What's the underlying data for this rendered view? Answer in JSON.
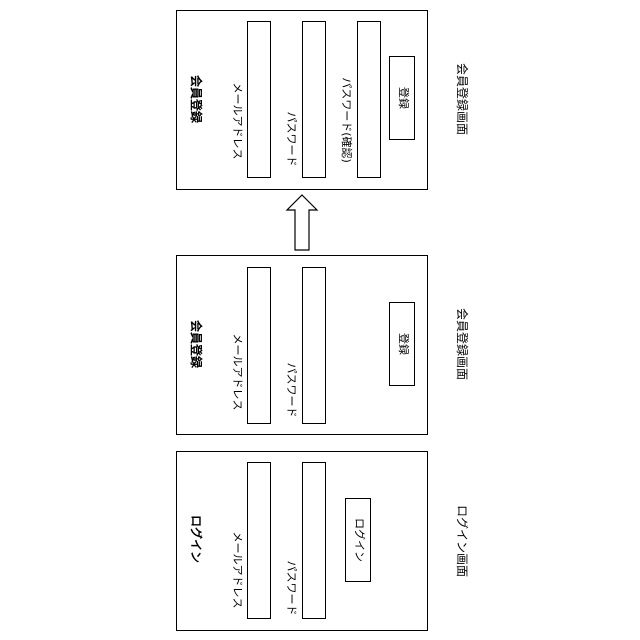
{
  "screens": {
    "register_confirm": {
      "title": "会員登録",
      "email_label": "メールアドレス",
      "password_label": "パスワード",
      "password_confirm_label": "パスワード(確認)",
      "submit_label": "登録",
      "caption": "会員登録画面"
    },
    "register": {
      "title": "会員登録",
      "email_label": "メールアドレス",
      "password_label": "パスワード",
      "submit_label": "登録",
      "caption": "会員登録画面"
    },
    "login": {
      "title": "ログイン",
      "email_label": "メールアドレス",
      "password_label": "パスワード",
      "submit_label": "ログイン",
      "caption": "ログイン画面"
    }
  },
  "arrow": {
    "direction": "up"
  }
}
